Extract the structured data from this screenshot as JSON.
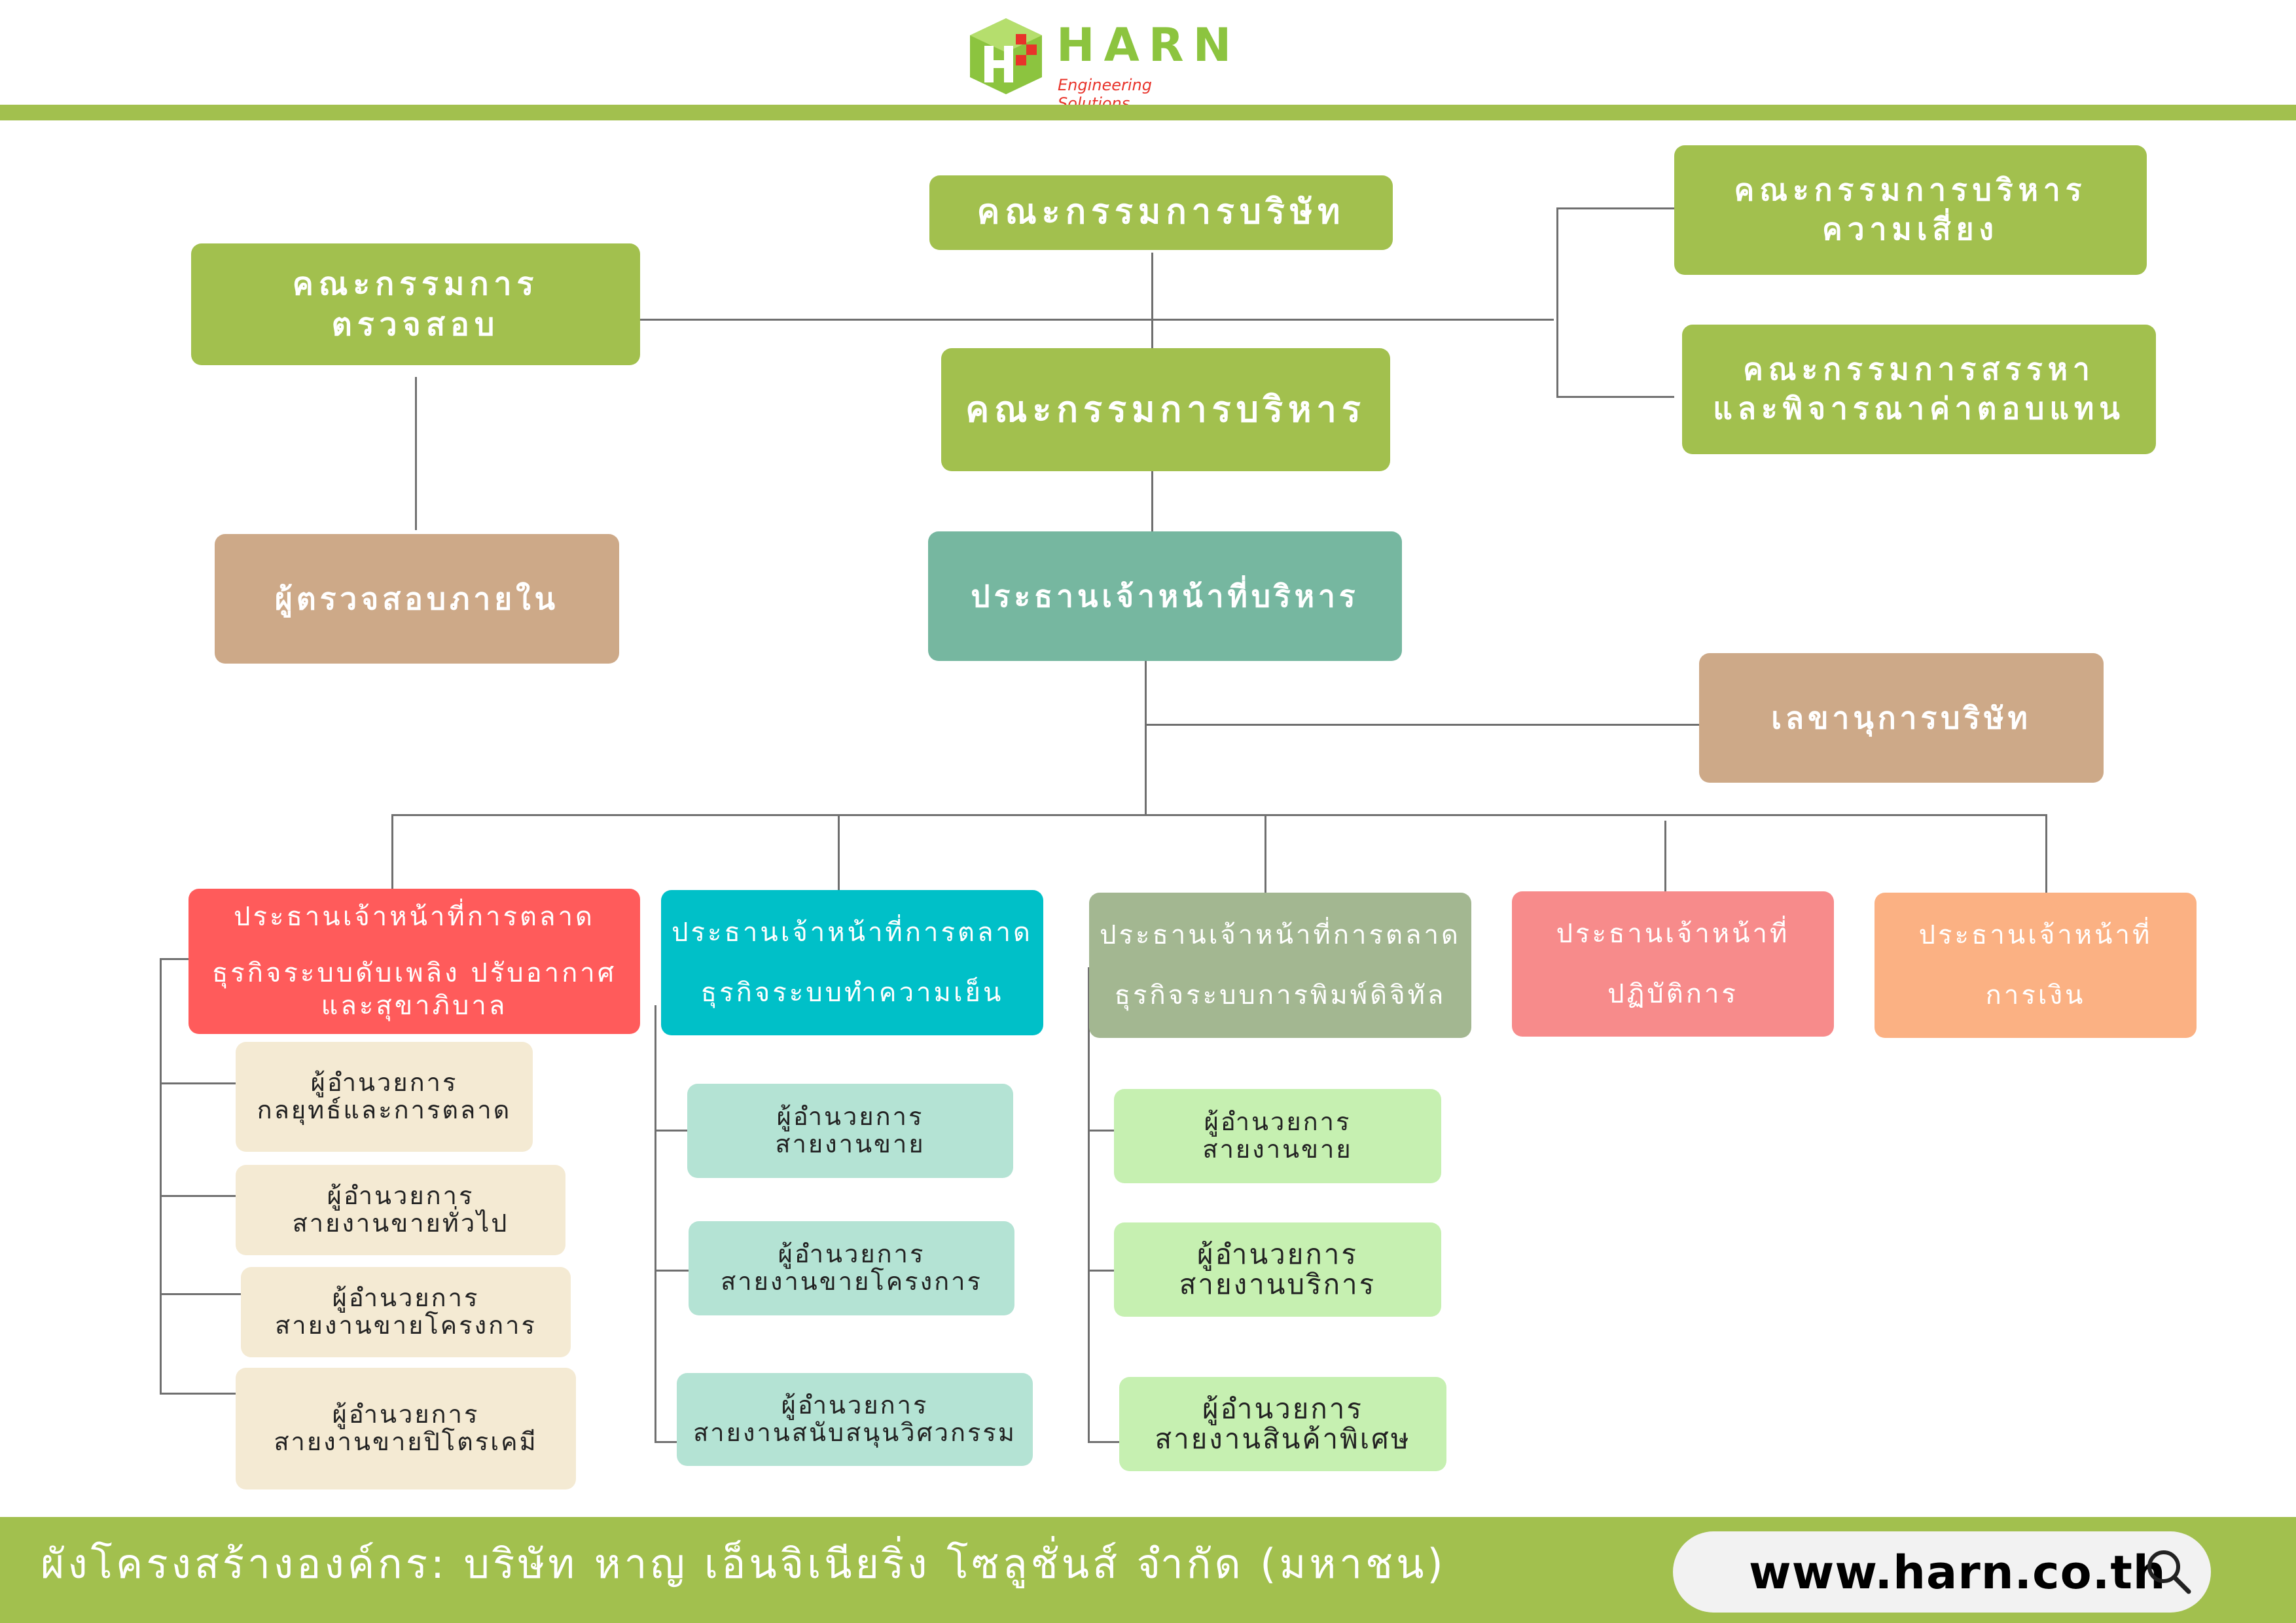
{
  "header": {
    "logo": {
      "name": "HARN",
      "tagline": "Engineering Solutions",
      "icon": "harn-cube-logo",
      "colors": {
        "green": "#8cc43f",
        "red": "#e8332a"
      }
    }
  },
  "board": {
    "company_board": "คณะกรรมการบริษัท",
    "audit_committee": "คณะกรรมการ\nตรวจสอบ",
    "risk_committee": "คณะกรรมการบริหาร\nความเสี่ยง",
    "nomination_committee": "คณะกรรมการสรรหา\nและพิจารณาค่าตอบแทน",
    "executive_committee": "คณะกรรมการบริหาร",
    "internal_auditor": "ผู้ตรวจสอบภายใน",
    "ceo": "ประธานเจ้าหน้าที่บริหาร",
    "company_secretary": "เลขานุการบริษัท"
  },
  "divisions": [
    {
      "line1": "ประธานเจ้าหน้าที่การตลาด",
      "line2": "ธุรกิจระบบดับเพลิง ปรับอากาศ\nและสุขาภิบาล",
      "color": "#ff5b5b",
      "units": [
        "ผู้อำนวยการ\nกลยุทธ์และการตลาด",
        "ผู้อำนวยการ\nสายงานขายทั่วไป",
        "ผู้อำนวยการ\nสายงานขายโครงการ",
        "ผู้อำนวยการ\nสายงานขายปิโตรเคมี"
      ]
    },
    {
      "line1": "ประธานเจ้าหน้าที่การตลาด",
      "line2": "ธุรกิจระบบทำความเย็น",
      "color": "#00c0c8",
      "units": [
        "ผู้อำนวยการ\nสายงานขาย",
        "ผู้อำนวยการ\nสายงานขายโครงการ",
        "ผู้อำนวยการ\nสายงานสนับสนุนวิศวกรรม"
      ]
    },
    {
      "line1": "ประธานเจ้าหน้าที่การตลาด",
      "line2": "ธุรกิจระบบการพิมพ์ดิจิทัล",
      "color": "#a3b791",
      "units": [
        "ผู้อำนวยการ\nสายงานขาย",
        "ผู้อำนวยการ\nสายงานบริการ",
        "ผู้อำนวยการ\nสายงานสินค้าพิเศษ"
      ]
    },
    {
      "line1": "ประธานเจ้าหน้าที่",
      "line2": "ปฏิบัติการ",
      "color": "#f78b8b",
      "units": []
    },
    {
      "line1": "ประธานเจ้าหน้าที่",
      "line2": "การเงิน",
      "color": "#fbb183",
      "units": []
    }
  ],
  "footer": {
    "caption": "ผังโครงสร้างองค์กร:  บริษัท หาญ เอ็นจิเนียริ่ง โซลูชั่นส์ จำกัด (มหาชน)",
    "url": "www.harn.co.th",
    "search_icon": "search-icon"
  },
  "colors": {
    "accent_green": "#a2c04e",
    "teal": "#76b7a0",
    "tan": "#cda988"
  }
}
